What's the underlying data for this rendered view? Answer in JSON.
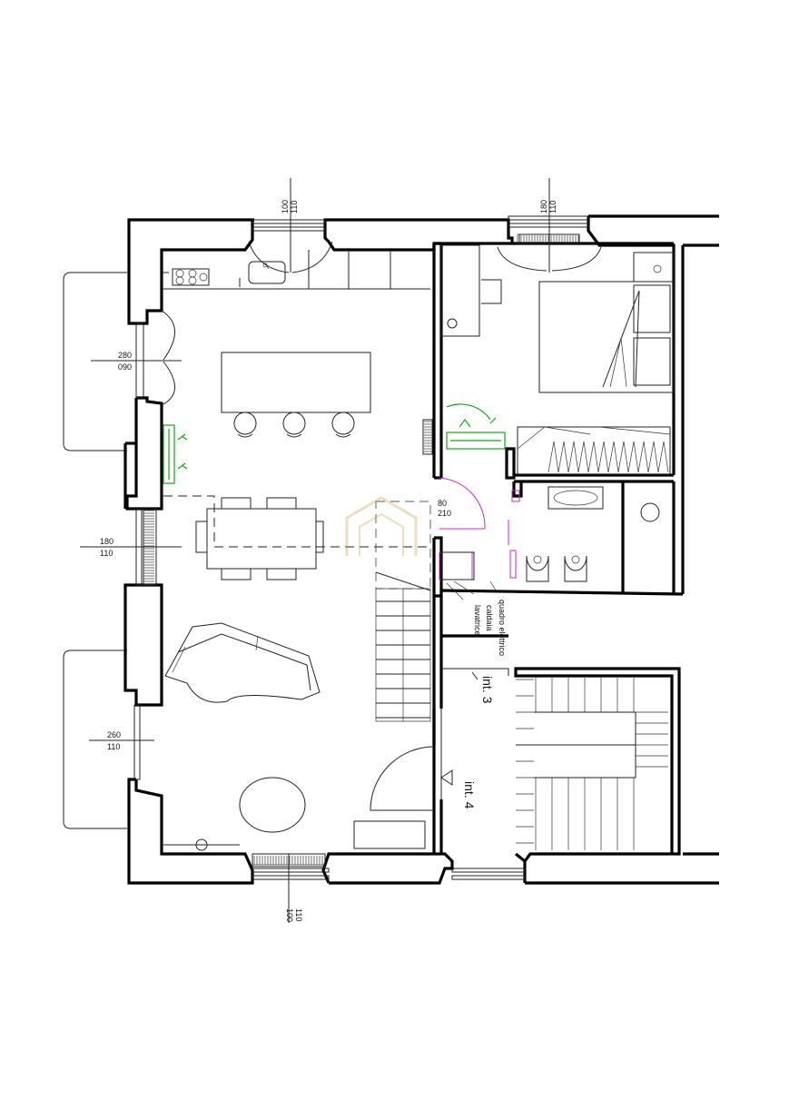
{
  "dimensions": {
    "top_left_window": [
      "100",
      "110"
    ],
    "top_right_window": [
      "180",
      "110"
    ],
    "left_window_1": [
      "280",
      "090"
    ],
    "left_window_2": [
      "180",
      "110"
    ],
    "left_window_3": [
      "260",
      "110"
    ],
    "bottom_window": [
      "100",
      "110"
    ],
    "inner_door": [
      "80",
      "210"
    ]
  },
  "labels": {
    "quadro": "quadro elettrico",
    "caldaia": "caldaia",
    "lavatrice": "lavatrice",
    "int3": "int. 3",
    "int4": "int. 4"
  },
  "colors": {
    "walls": "#000000",
    "plants": "#1fa01f",
    "door_swing": "#c030c0",
    "watermark": "#c9a34a"
  }
}
